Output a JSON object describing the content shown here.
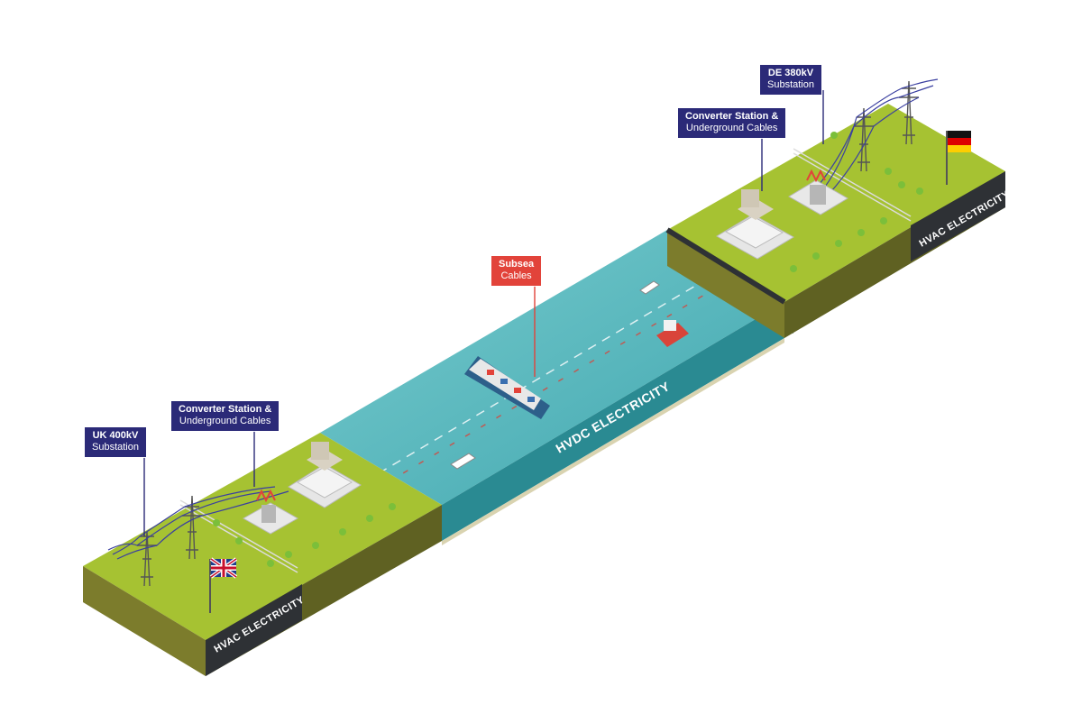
{
  "diagram": {
    "callouts": {
      "uk_substation": {
        "title": "UK 400kV",
        "subtitle": "Substation"
      },
      "uk_converter": {
        "title": "Converter Station &",
        "subtitle": "Underground Cables"
      },
      "subsea": {
        "title": "Subsea",
        "subtitle": "Cables"
      },
      "de_converter": {
        "title": "Converter Station &",
        "subtitle": "Underground Cables"
      },
      "de_substation": {
        "title": "DE 380kV",
        "subtitle": "Substation"
      }
    },
    "edge_labels": {
      "uk": "HVAC ELECTRICITY",
      "channel": "HVDC ELECTRICITY",
      "de": "HVAC ELECTRICITY"
    },
    "icons": [
      "uk-flag-icon",
      "germany-flag-icon",
      "pylon-icon",
      "converter-station-icon",
      "transformer-icon",
      "cargo-ship-icon",
      "boat-icon",
      "tree-icon"
    ],
    "colors": {
      "grass": "#a6c232",
      "soil": "#7a7a2a",
      "water": "#3aa7b0",
      "dark_edge": "#2e3135",
      "navy_label": "#2b2a78",
      "red_label": "#e2433a"
    }
  }
}
